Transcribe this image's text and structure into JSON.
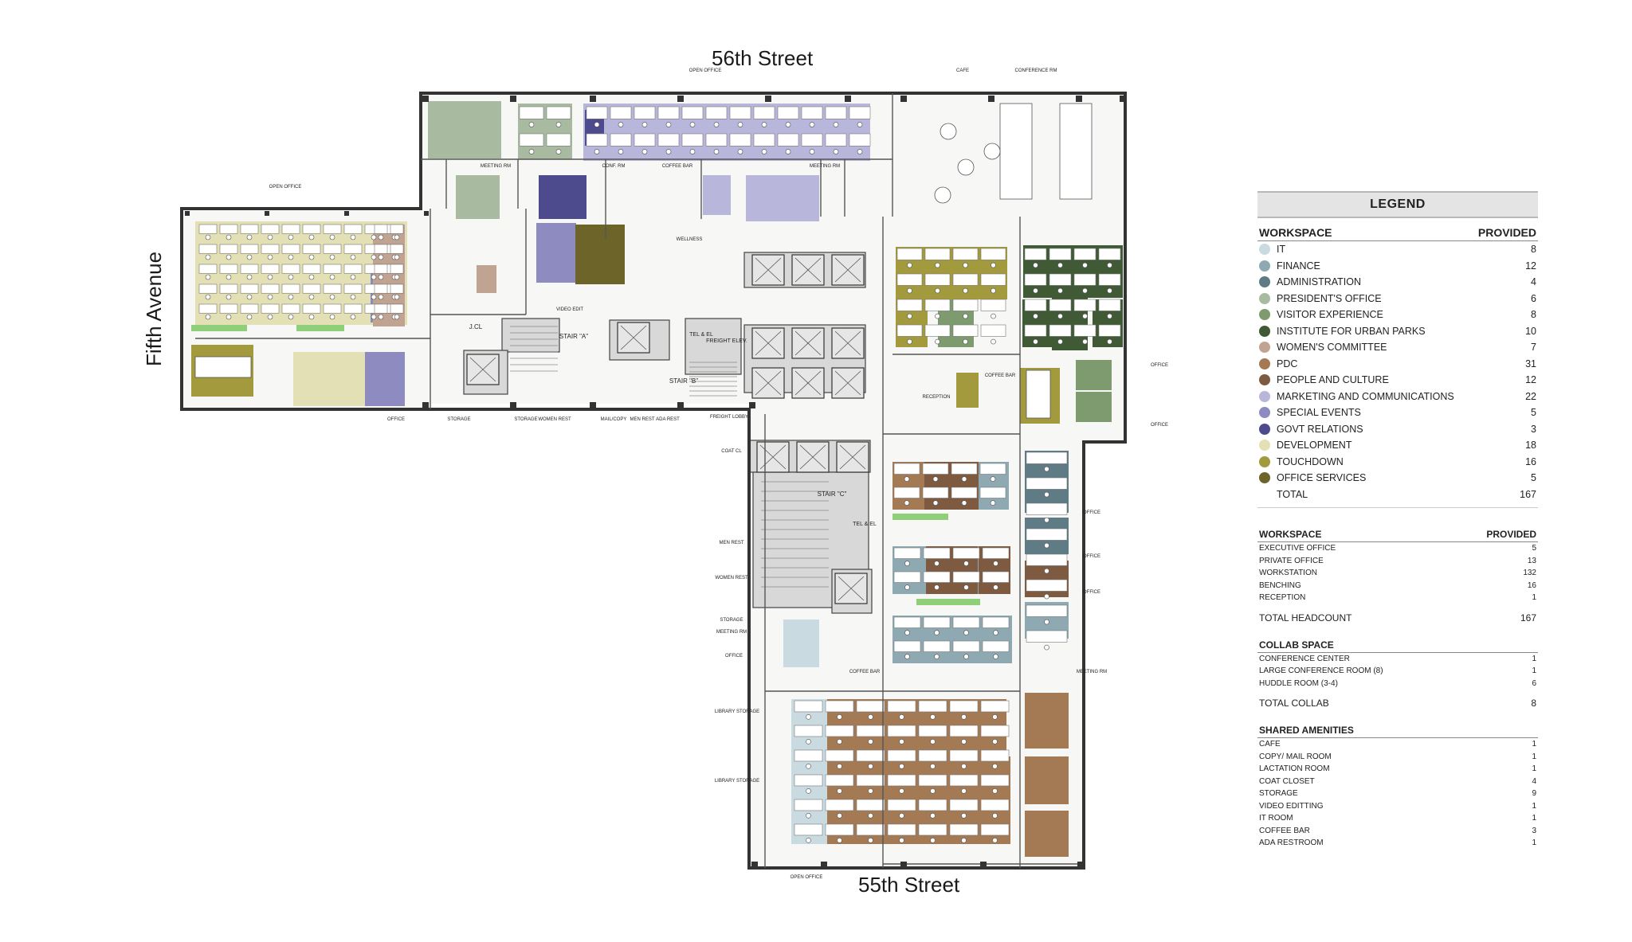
{
  "streets": {
    "north": "56th Street",
    "south": "55th Street",
    "west": "Fifth Avenue"
  },
  "plan_labels": {
    "stair_a": "STAIR \"A\"",
    "stair_b": "STAIR \"B\"",
    "stair_c": "STAIR \"C\"",
    "freight": "FREIGHT ELEV.",
    "tel_el_1": "TEL & EL",
    "tel_el_2": "TEL & EL",
    "jcl": "J.CL",
    "reception": "RECEPTION",
    "cafe": "CAFE",
    "conference": "CONFERENCE RM",
    "open_office": "OPEN OFFICE",
    "coffee_bar": "COFFEE BAR",
    "meeting": "MEETING RM",
    "storage": "STORAGE",
    "library_storage": "LIBRARY STORAGE",
    "office": "OFFICE",
    "men_rest": "MEN REST",
    "women_rest": "WOMEN REST",
    "mail_copy": "MAIL/COPY",
    "ada_rest": "ADA REST",
    "video_edit": "VIDEO EDIT",
    "wellness": "WELLNESS",
    "coat_cl": "COAT CL",
    "conf_rm": "CONF. RM",
    "freight_lobby": "FREIGHT LOBBY"
  },
  "colors": {
    "it": "#c9dbe0",
    "finance": "#8ea9b1",
    "administration": "#5e7b86",
    "presidents_office": "#a8bba1",
    "visitor_experience": "#7d9b6e",
    "institute_urban_parks": "#3f5a35",
    "womens_committee": "#c1a391",
    "pdc": "#a47a55",
    "people_culture": "#7e5a40",
    "marketing": "#b8b6da",
    "special_events": "#8d8bc0",
    "govt_relations": "#4d4a8d",
    "development": "#e4e0b5",
    "touchdown": "#a39a3e",
    "office_services": "#6c6428",
    "wall": "#333333",
    "core_fill": "#d8d8d8",
    "planter": "#8fcf7a"
  },
  "legend": {
    "title": "LEGEND",
    "workspace_header": "WORKSPACE",
    "provided_header": "PROVIDED",
    "items": [
      {
        "label": "IT",
        "count": "8",
        "color": "#c9dbe0"
      },
      {
        "label": "FINANCE",
        "count": "12",
        "color": "#8ea9b1"
      },
      {
        "label": "ADMINISTRATION",
        "count": "4",
        "color": "#5e7b86"
      },
      {
        "label": "PRESIDENT'S OFFICE",
        "count": "6",
        "color": "#a8bba1"
      },
      {
        "label": "VISITOR EXPERIENCE",
        "count": "8",
        "color": "#7d9b6e"
      },
      {
        "label": "INSTITUTE FOR URBAN PARKS",
        "count": "10",
        "color": "#3f5a35"
      },
      {
        "label": "WOMEN'S COMMITTEE",
        "count": "7",
        "color": "#c1a391"
      },
      {
        "label": "PDC",
        "count": "31",
        "color": "#a47a55"
      },
      {
        "label": "PEOPLE AND CULTURE",
        "count": "12",
        "color": "#7e5a40"
      },
      {
        "label": "MARKETING AND COMMUNICATIONS",
        "count": "22",
        "color": "#b8b6da"
      },
      {
        "label": "SPECIAL EVENTS",
        "count": "5",
        "color": "#8d8bc0"
      },
      {
        "label": "GOVT RELATIONS",
        "count": "3",
        "color": "#4d4a8d"
      },
      {
        "label": "DEVELOPMENT",
        "count": "18",
        "color": "#e4e0b5"
      },
      {
        "label": "TOUCHDOWN",
        "count": "16",
        "color": "#a39a3e"
      },
      {
        "label": "OFFICE SERVICES",
        "count": "5",
        "color": "#6c6428"
      }
    ],
    "total_label": "TOTAL",
    "total_count": "167"
  },
  "workspace_summary": {
    "header": "WORKSPACE",
    "provided": "PROVIDED",
    "rows": [
      {
        "label": "EXECUTIVE OFFICE",
        "value": "5"
      },
      {
        "label": "PRIVATE OFFICE",
        "value": "13"
      },
      {
        "label": "WORKSTATION",
        "value": "132"
      },
      {
        "label": "BENCHING",
        "value": "16"
      },
      {
        "label": "RECEPTION",
        "value": "1"
      }
    ],
    "total_label": "TOTAL HEADCOUNT",
    "total_value": "167"
  },
  "collab": {
    "header": "COLLAB SPACE",
    "rows": [
      {
        "label": "CONFERENCE CENTER",
        "value": "1"
      },
      {
        "label": "LARGE CONFERENCE ROOM (8)",
        "value": "1"
      },
      {
        "label": "HUDDLE ROOM (3-4)",
        "value": "6"
      }
    ],
    "total_label": "TOTAL COLLAB",
    "total_value": "8"
  },
  "amenities": {
    "header": "SHARED AMENITIES",
    "rows": [
      {
        "label": "CAFE",
        "value": "1"
      },
      {
        "label": "COPY/ MAIL ROOM",
        "value": "1"
      },
      {
        "label": "LACTATION ROOM",
        "value": "1"
      },
      {
        "label": "COAT CLOSET",
        "value": "4"
      },
      {
        "label": "STORAGE",
        "value": "9"
      },
      {
        "label": "VIDEO EDITTING",
        "value": "1"
      },
      {
        "label": "IT ROOM",
        "value": "1"
      },
      {
        "label": "COFFEE BAR",
        "value": "3"
      },
      {
        "label": "ADA RESTROOM",
        "value": "1"
      }
    ]
  }
}
